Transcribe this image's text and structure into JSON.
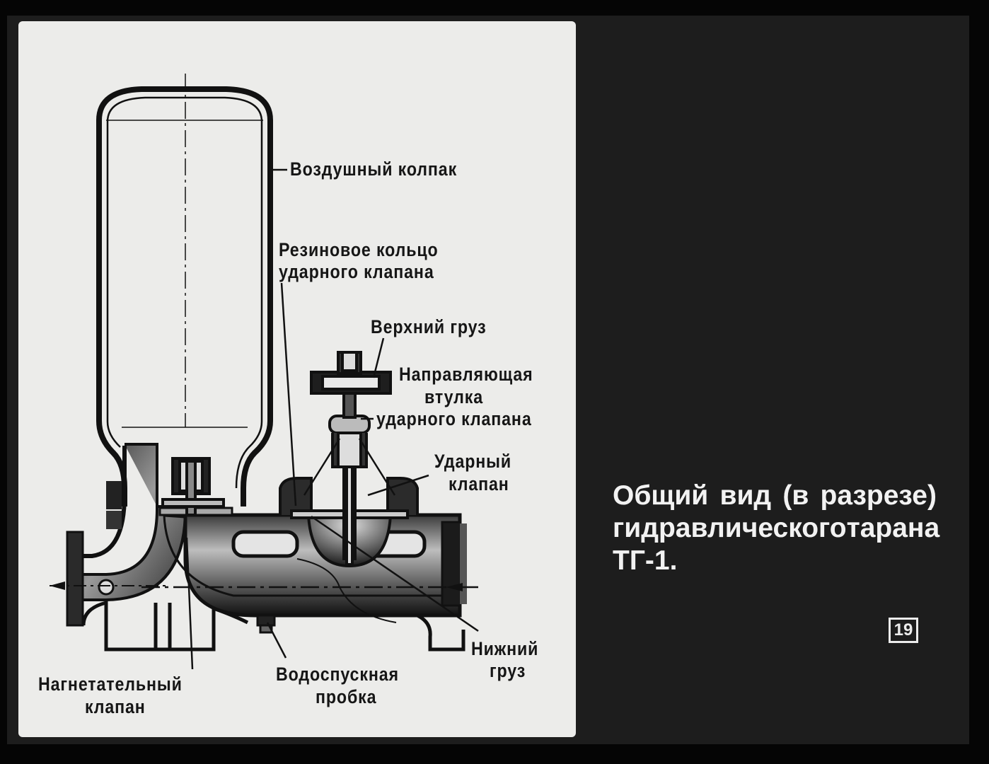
{
  "labels": {
    "air_cap": "Воздушный колпак",
    "rubber_ring_line1": "Резиновое кольцо",
    "rubber_ring_line2": "ударного клапана",
    "upper_weight": "Верхний груз",
    "guide_line1": "Направляющая",
    "guide_line2": "втулка",
    "guide_line3": "ударного клапана",
    "impact_valve_line1": "Ударный",
    "impact_valve_line2": "клапан",
    "lower_weight_line1": "Нижний",
    "lower_weight_line2": "груз",
    "drain_plug_line1": "Водоспускная",
    "drain_plug_line2": "пробка",
    "discharge_valve_line1": "Нагнетательный",
    "discharge_valve_line2": "клапан"
  },
  "caption": {
    "line1": [
      "Общий",
      "вид",
      "(в",
      "разрезе)"
    ],
    "line2": [
      "гидравлического",
      "тарана"
    ],
    "line3": "ТГ-1."
  },
  "slide_number": "19",
  "colors": {
    "background": "#050505",
    "panel": "#ececea",
    "ink": "#161616",
    "caption_text": "#f2f2f2"
  }
}
